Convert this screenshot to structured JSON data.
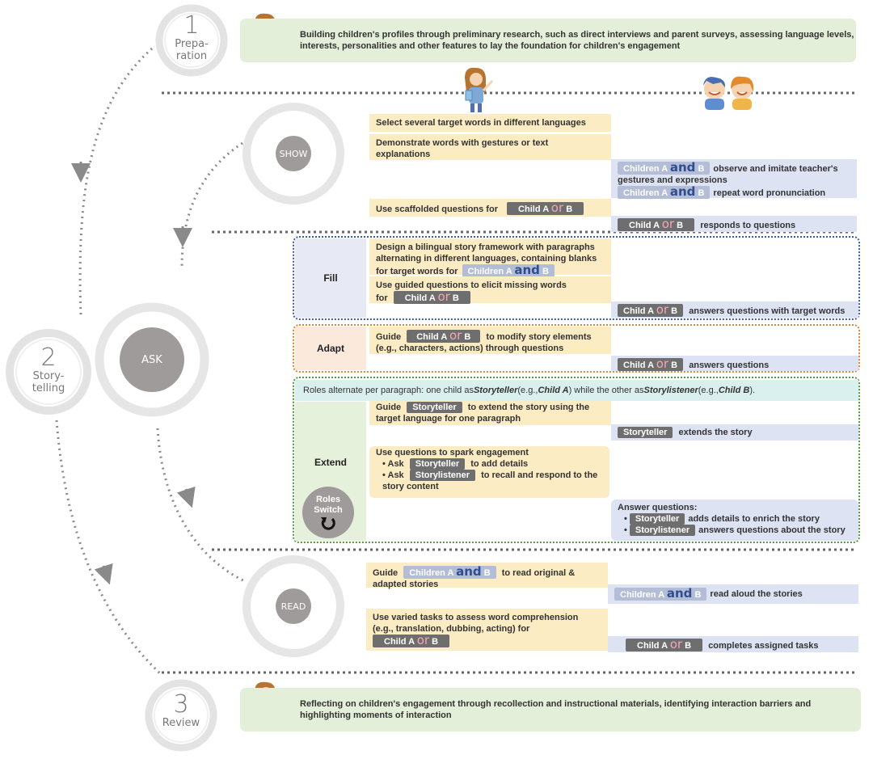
{
  "stages": {
    "prep": {
      "num": "1",
      "label": "Prepa-\nration",
      "text": "Building children's profiles through preliminary research, such as direct interviews and parent surveys, assessing language levels, interests, personalities and other features to lay the foundation for children's engagement"
    },
    "story": {
      "num": "2",
      "label": "Story-\ntelling"
    },
    "review": {
      "num": "3",
      "label": "Review",
      "text": "Reflecting on children's engagement through recollection and instructional materials, identifying interaction barriers and highlighting moments of interaction"
    }
  },
  "sub_stages": {
    "show": "SHOW",
    "ask": "ASK",
    "read": "READ"
  },
  "tags": {
    "child_a": "Child A",
    "or": "or",
    "b": "B",
    "children_a": "Children A",
    "and": "and",
    "storyteller": "Storyteller",
    "storylistener": "Storylistener"
  },
  "show": {
    "t1": "Select several target words in different languages",
    "t2": "Demonstrate words with gestures or text explanations",
    "c1": "observe and imitate teacher's gestures and expressions",
    "c2": "repeat word pronunciation",
    "t3": "Use scaffolded questions for",
    "c3": "responds to questions"
  },
  "ask": {
    "fill": {
      "label": "Fill",
      "t1": "Design a bilingual story framework with paragraphs alternating in different languages, containing blanks for target words for",
      "t2a": "Use guided questions to elicit missing words",
      "t2b": "for",
      "c1": "answers questions with target words"
    },
    "adapt": {
      "label": "Adapt",
      "t1a": "Guide",
      "t1b": "to modify story elements",
      "t1c": "(e.g., characters, actions) through questions",
      "c1": "answers questions"
    },
    "extend": {
      "label": "Extend",
      "roles_p1": "Roles alternate per paragraph: one child as ",
      "roles_st": "Storyteller",
      "roles_p2": " (e.g., ",
      "roles_ca": "Child A",
      "roles_p3": ") while the other as ",
      "roles_sl": "Storylistener",
      "roles_p4": " (e.g., ",
      "roles_cb": "Child B",
      "roles_p5": ").",
      "t1a": "Guide",
      "t1b": "to extend the story using the",
      "t1c": "target language for one paragraph",
      "c1": "extends the story",
      "t2": "Use questions to spark engagement",
      "t2_ask": "Ask",
      "t2_b1": "to add details",
      "t2_b2": "to recall and respond to the",
      "t2_b2c": "story content",
      "c2": "Answer questions:",
      "c2_b1": "adds details to enrich the story",
      "c2_b2": "answers questions about the story",
      "switch": "Roles\nSwitch"
    }
  },
  "read": {
    "t1a": "Guide",
    "t1b": "to read original &",
    "t1c": "adapted stories",
    "c1": "read aloud the stories",
    "t2": "Use varied tasks to assess word comprehension (e.g., translation, dubbing, acting) for",
    "c2": "completes assigned tasks"
  },
  "colors": {
    "green_bar": "#e3efd8",
    "teacher_box": "#fcecc4",
    "child_box": "#dde3f3",
    "fill_border": "#3b5ba6",
    "adapt_border": "#d9823b",
    "extend_border": "#4f9a3c",
    "tag": "#6e6e6e"
  },
  "icons": [
    "teacher-icon",
    "children-icon",
    "roles-switch-icon"
  ]
}
